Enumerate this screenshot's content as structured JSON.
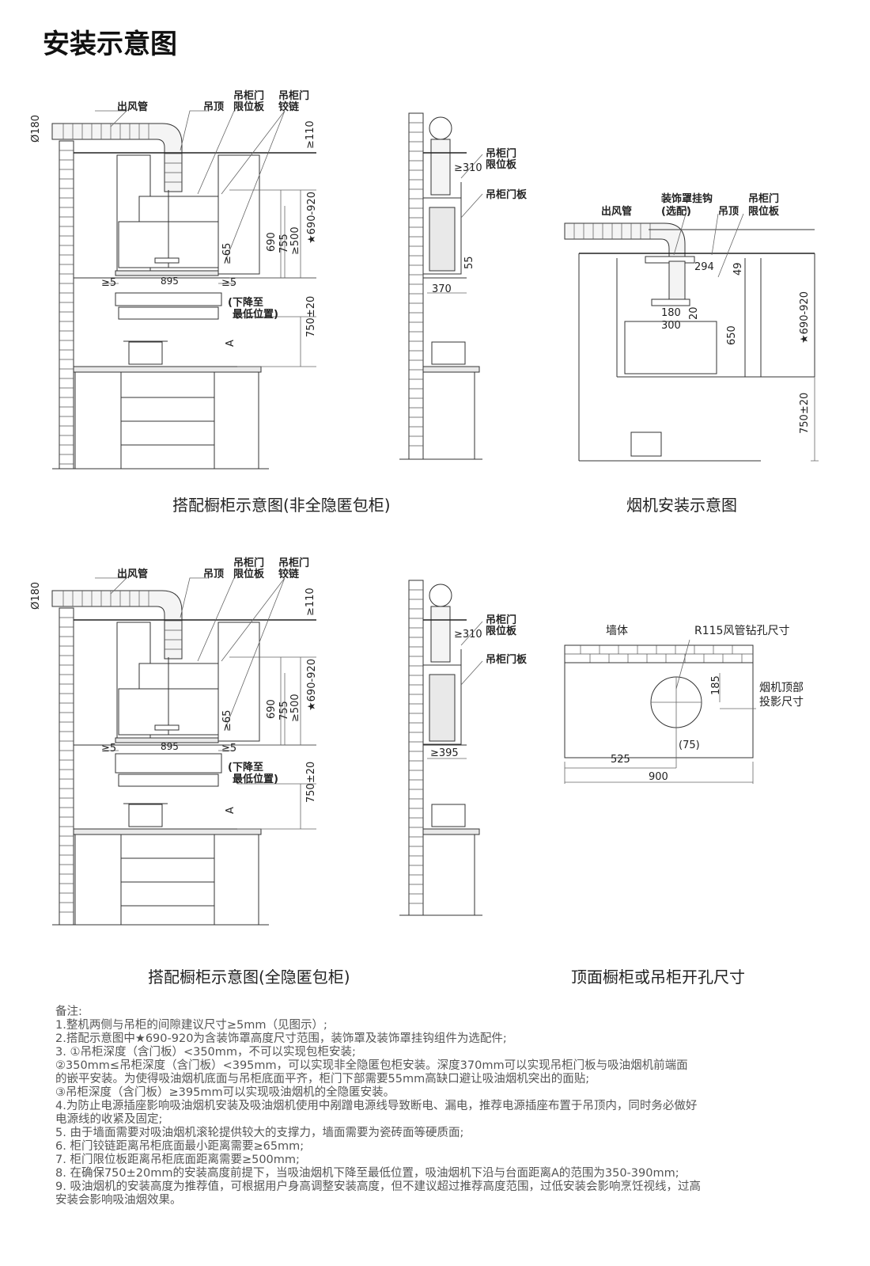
{
  "page_title": "安装示意图",
  "captions": {
    "non_hidden": "搭配橱柜示意图(非全隐匿包柜)",
    "install": "烟机安装示意图",
    "full_hidden": "搭配橱柜示意图(全隐匿包柜)",
    "hole_size": "顶面橱柜或吊柜开孔尺寸"
  },
  "front_view": {
    "duct_label": "出风管",
    "ceiling_label": "吊顶",
    "stop_plate_label_1": "吊柜门",
    "stop_plate_label_2": "限位板",
    "hinge_label_1": "吊柜门",
    "hinge_label_2": "铰链",
    "dim_d180": "Ø180",
    "dim_110": "≥110",
    "dim_690_920": "★690-920",
    "dim_500": "≥500",
    "dim_755": "755",
    "dim_690": "690",
    "dim_65": "≥65",
    "dim_895": "895",
    "dim_gap_left": "≥5",
    "dim_gap_right": "≥5",
    "lowest_1": "(下降至",
    "lowest_2": "最低位置)",
    "dim_750": "750±20",
    "dim_a": "A"
  },
  "side_view": {
    "stop_plate_label_1": "吊柜门",
    "stop_plate_label_2": "限位板",
    "door_label": "吊柜门板",
    "dim_310": "≥310",
    "dim_55": "55",
    "dim_370": "370",
    "dim_395": "≥395"
  },
  "install_view": {
    "duct_label": "出风管",
    "cover_label_1": "装饰罩挂钩",
    "cover_label_2": "(选配)",
    "ceiling_label": "吊顶",
    "stop_label_1": "吊柜门",
    "stop_label_2": "限位板",
    "dim_294": "294",
    "dim_49": "49",
    "dim_180": "180",
    "dim_20": "20",
    "dim_300": "300",
    "dim_650": "650",
    "dim_690_920": "★690-920",
    "dim_750": "750±20"
  },
  "hole_view": {
    "wall_label": "墙体",
    "hole_label": "R115风管钻孔尺寸",
    "proj_label_1": "烟机顶部",
    "proj_label_2": "投影尺寸",
    "dim_185": "185",
    "dim_75": "(75)",
    "dim_525": "525",
    "dim_900": "900"
  },
  "notes": [
    "备注:",
    "1.整机两侧与吊柜的间隙建议尺寸≥5mm（见图示）;",
    "2.搭配示意图中★690-920为含装饰罩高度尺寸范围，装饰罩及装饰罩挂钩组件为选配件;",
    "3. ①吊柜深度（含门板）<350mm，不可以实现包柜安装;",
    "    ②350mm≤吊柜深度（含门板）<395mm，可以实现非全隐匿包柜安装。深度370mm可以实现吊柜门板与吸油烟机前端面",
    "的嵌平安装。为使得吸油烟机底面与吊柜底面平齐，柜门下部需要55mm高缺口避让吸油烟机突出的面贴;",
    "    ③吊柜深度（含门板）≥395mm可以实现吸油烟机的全隐匿安装。",
    "4.为防止电源插座影响吸油烟机安装及吸油烟机使用中剐蹭电源线导致断电、漏电，推荐电源插座布置于吊顶内，同时务必做好",
    "电源线的收紧及固定;",
    "5. 由于墙面需要对吸油烟机滚轮提供较大的支撑力，墙面需要为瓷砖面等硬质面;",
    "6. 柜门铰链距离吊柜底面最小距离需要≥65mm;",
    "7. 柜门限位板距离吊柜底面距离需要≥500mm;",
    "8. 在确保750±20mm的安装高度前提下，当吸油烟机下降至最低位置，吸油烟机下沿与台面距离A的范围为350-390mm;",
    "9.  吸油烟机的安装高度为推荐值，可根据用户身高调整安装高度，但不建议超过推荐高度范围，过低安装会影响烹饪视线，过高",
    "安装会影响吸油烟效果。"
  ]
}
